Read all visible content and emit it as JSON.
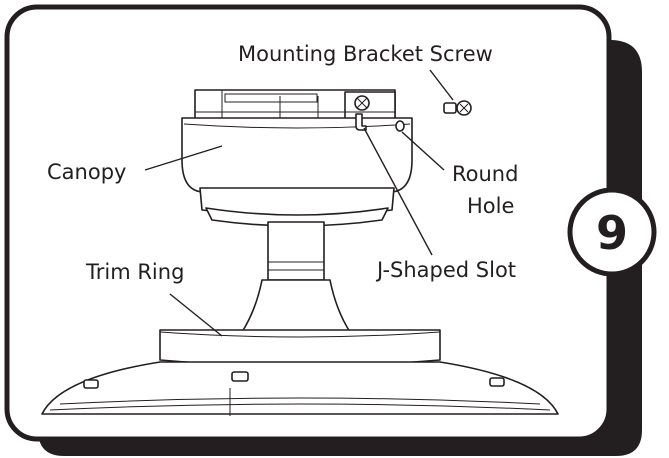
{
  "step": {
    "number": "9"
  },
  "labels": {
    "mounting_bracket_screw": "Mounting Bracket Screw",
    "canopy": "Canopy",
    "round_hole_line1": "Round",
    "round_hole_line2": "Hole",
    "j_shaped_slot": "J-Shaped Slot",
    "trim_ring": "Trim Ring"
  },
  "colors": {
    "ink": "#231f20",
    "panel": "#ffffff",
    "shadow": "#231f20"
  }
}
